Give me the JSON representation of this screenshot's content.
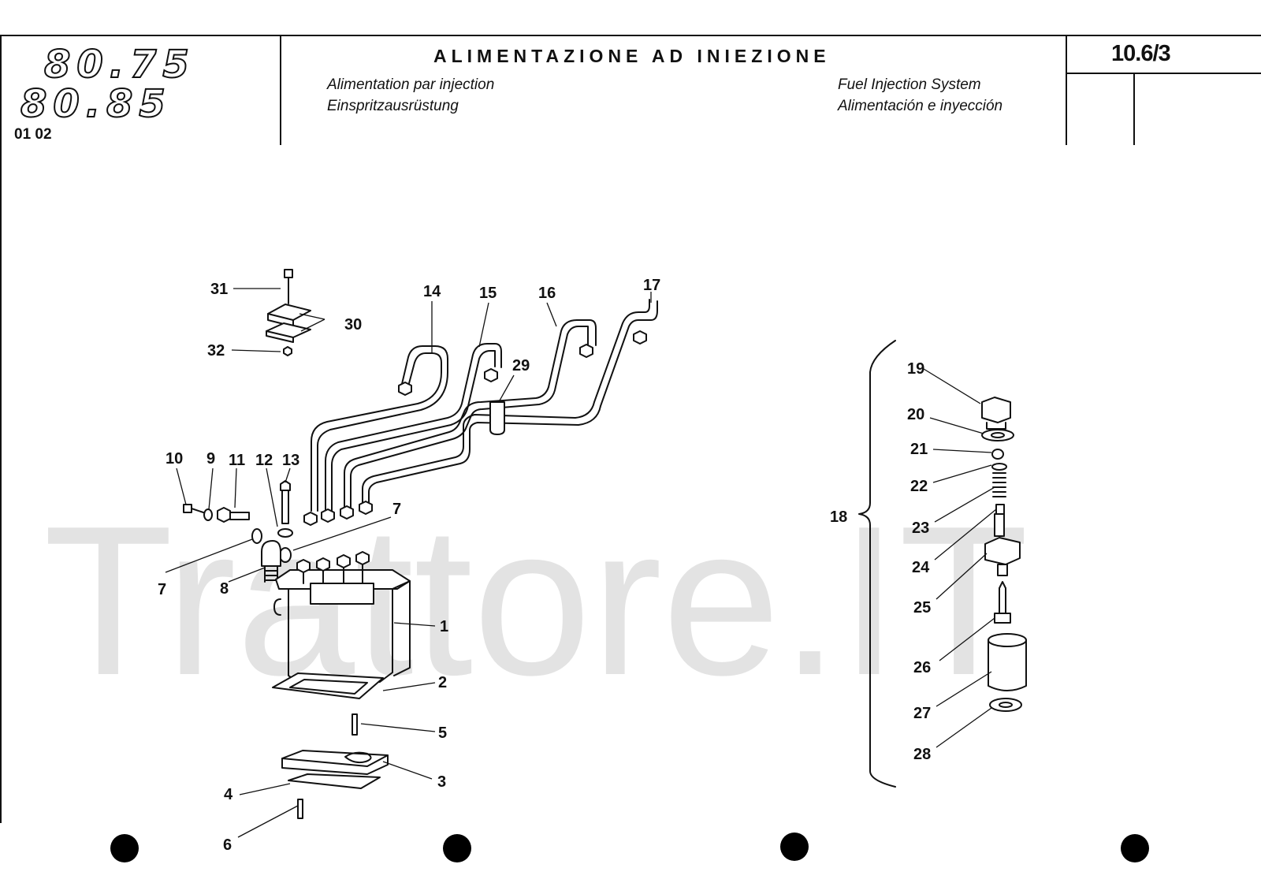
{
  "header": {
    "model_lines": [
      "80.75",
      "80.85"
    ],
    "model_code": "01 02",
    "title": "ALIMENTAZIONE AD INIEZIONE",
    "subtitles": {
      "fr": "Alimentation par injection",
      "de": "Einspritzausrüstung",
      "en": "Fuel Injection System",
      "es": "Alimentación e inyección"
    },
    "page_ref": "10.6/3"
  },
  "watermark": "Trattore.IT",
  "callouts": [
    "1",
    "2",
    "3",
    "4",
    "5",
    "6",
    "7",
    "7",
    "8",
    "9",
    "10",
    "11",
    "12",
    "13",
    "14",
    "15",
    "16",
    "17",
    "18",
    "19",
    "20",
    "21",
    "22",
    "23",
    "24",
    "25",
    "26",
    "27",
    "28",
    "29",
    "30",
    "31",
    "32"
  ],
  "colors": {
    "ink": "#111111",
    "watermark": "#e3e3e3",
    "paper": "#ffffff"
  }
}
